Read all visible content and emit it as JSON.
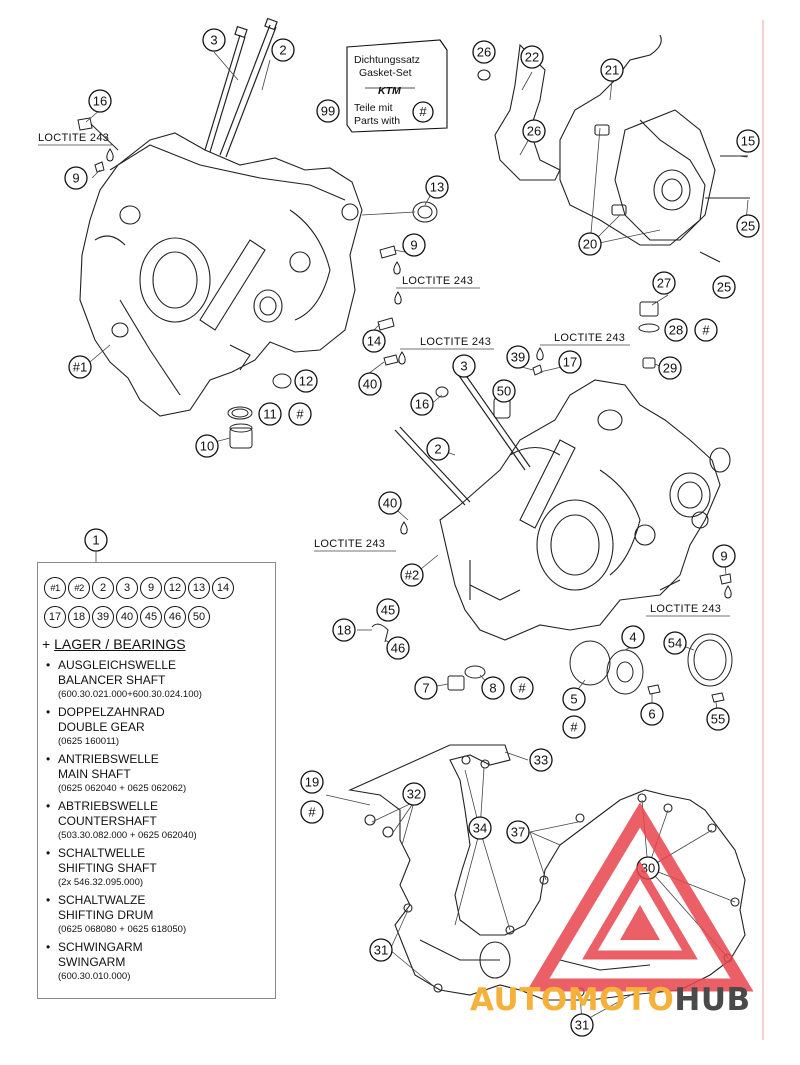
{
  "gasket_kit_box": {
    "line1": "Dichtungssatz",
    "line2": "Gasket-Set",
    "logo": "KTM",
    "line3": "Teile mit",
    "line4": "Parts with",
    "symbol": "#"
  },
  "loctite": {
    "a": "LOCTITE 243",
    "b": "LOCTITE 243",
    "c": "LOCTITE 243",
    "d": "LOCTITE 243",
    "e": "LOCTITE 243",
    "f": "LOCTITE 243"
  },
  "callouts": {
    "c3a": "3",
    "c2a": "2",
    "c16a": "16",
    "c9a": "9",
    "c99": "99",
    "c26a": "26",
    "c22": "22",
    "c26b": "26",
    "c21": "21",
    "c15": "15",
    "c13": "13",
    "c9b": "9",
    "c20": "20",
    "c25a": "25",
    "c25b": "25",
    "c27": "27",
    "c28": "28",
    "c28h": "#",
    "c29": "29",
    "c14": "14",
    "c40a": "40",
    "c39": "39",
    "c17": "17",
    "c3b": "3",
    "c50": "50",
    "c16b": "16",
    "c12": "12",
    "c11": "11",
    "c11h": "#",
    "c10": "10",
    "c1h": "#1",
    "c2b": "2",
    "c40b": "40",
    "c2h": "#2",
    "c9c": "9",
    "c45": "45",
    "c18": "18",
    "c46": "46",
    "c4": "4",
    "c54": "54",
    "c7": "7",
    "c8": "8",
    "c8h": "#",
    "c5": "5",
    "c5h": "#",
    "c6": "6",
    "c55": "55",
    "c33": "33",
    "c19": "19",
    "c19h": "#",
    "c32": "32",
    "c34": "34",
    "c37": "37",
    "c30": "30",
    "c31a": "31",
    "c31b": "31"
  },
  "kit": {
    "number": "1",
    "row1": [
      "#1",
      "#2",
      "2",
      "3",
      "9",
      "12",
      "13",
      "14"
    ],
    "row2": [
      "17",
      "18",
      "39",
      "40",
      "45",
      "46",
      "50"
    ],
    "bearings_prefix": "+",
    "bearings_title": "LAGER / BEARINGS",
    "bearings": [
      {
        "de": "AUSGLEICHSWELLE",
        "en": "BALANCER SHAFT",
        "part_no": "(600.30.021.000+600.30.024.100)"
      },
      {
        "de": "DOPPELZAHNRAD",
        "en": "DOUBLE GEAR",
        "part_no": "(0625 160011)"
      },
      {
        "de": "ANTRIEBSWELLE",
        "en": "MAIN SHAFT",
        "part_no": "(0625 062040 + 0625 062062)"
      },
      {
        "de": "ABTRIEBSWELLE",
        "en": "COUNTERSHAFT",
        "part_no": "(503.30.082.000 + 0625 062040)"
      },
      {
        "de": "SCHALTWELLE",
        "en": "SHIFTING SHAFT",
        "part_no": "(2x 546.32.095.000)"
      },
      {
        "de": "SCHALTWALZE",
        "en": "SHIFTING DRUM",
        "part_no": "(0625 068080 + 0625 618050)"
      },
      {
        "de": "SCHWINGARM",
        "en": "SWINGARM",
        "part_no": "(600.30.010.000)"
      }
    ]
  },
  "watermark": {
    "part1": "AUTOMOTO",
    "part2": "HUB",
    "color_red": "#e8454d",
    "color_orange": "#f6b13a",
    "color_dark": "#4a4a4a"
  }
}
